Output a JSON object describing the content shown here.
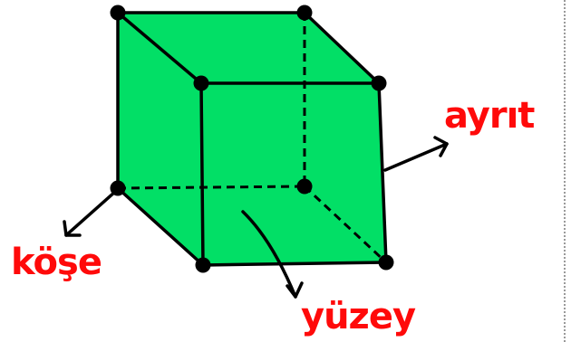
{
  "labels": {
    "edge": "ayrıt",
    "vertex": "köşe",
    "face": "yüzey"
  },
  "colors": {
    "cube_fill": "#02df66",
    "stroke": "#000000",
    "label": "#ff0a0a",
    "divider": "#9a9a9a"
  },
  "icons": [
    "arrow-to-edge-icon",
    "arrow-to-vertex-icon",
    "arrow-to-face-icon"
  ]
}
